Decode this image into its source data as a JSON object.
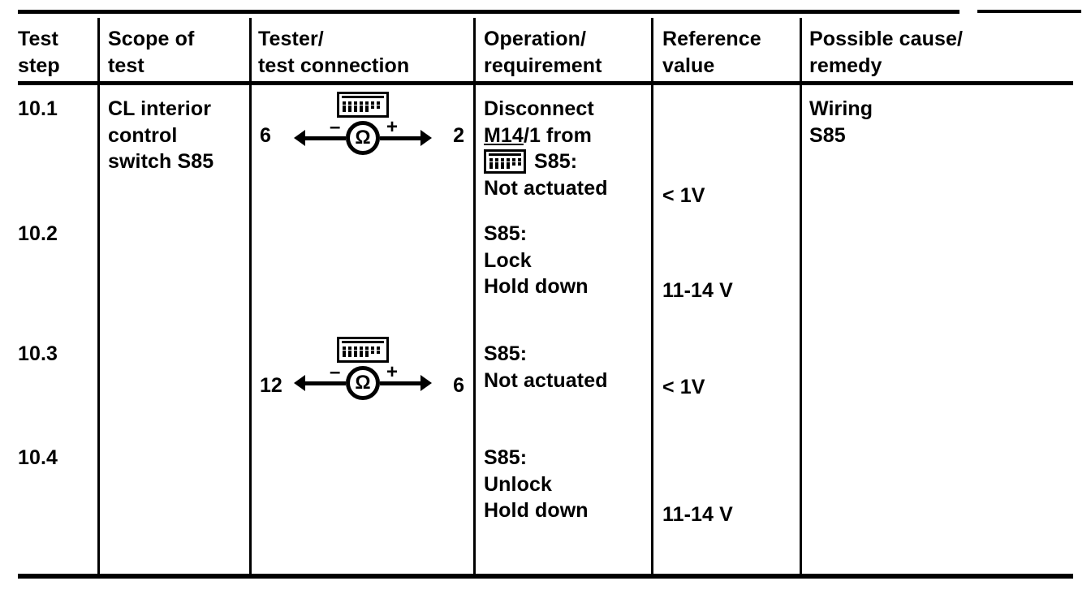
{
  "table": {
    "headers": [
      {
        "l1": "Test",
        "l2": "step"
      },
      {
        "l1": "Scope of",
        "l2": "test"
      },
      {
        "l1": "Tester/",
        "l2": "test connection"
      },
      {
        "l1": "Operation/",
        "l2": "requirement"
      },
      {
        "l1": "Reference",
        "l2": "value"
      },
      {
        "l1": "Possible cause/",
        "l2": "remedy"
      }
    ],
    "rows": [
      {
        "step": "10.1",
        "scope": [
          "CL interior",
          "control",
          "switch S85"
        ],
        "tester": {
          "left_terminal": "6",
          "right_terminal": "2",
          "meter_symbol": "Ω",
          "minus": "–",
          "plus": "+",
          "connector_icon": "connector-socket-icon"
        },
        "operation": [
          "Disconnect",
          "M14/1 from",
          "S85:",
          "Not actuated"
        ],
        "operation_underlined": "M14",
        "operation_inline_icon": "connector-socket-icon",
        "reference": "< 1V",
        "cause": [
          "Wiring",
          "S85"
        ]
      },
      {
        "step": "10.2",
        "scope": [],
        "operation": [
          "S85:",
          "Lock",
          "Hold down"
        ],
        "reference": "11-14 V",
        "cause": []
      },
      {
        "step": "10.3",
        "scope": [],
        "tester": {
          "left_terminal": "12",
          "right_terminal": "6",
          "meter_symbol": "Ω",
          "minus": "–",
          "plus": "+",
          "connector_icon": "connector-socket-icon"
        },
        "operation": [
          "S85:",
          "Not actuated"
        ],
        "reference": "< 1V",
        "cause": []
      },
      {
        "step": "10.4",
        "scope": [],
        "operation": [
          "S85:",
          "Unlock",
          "Hold down"
        ],
        "reference": "11-14 V",
        "cause": []
      }
    ]
  }
}
